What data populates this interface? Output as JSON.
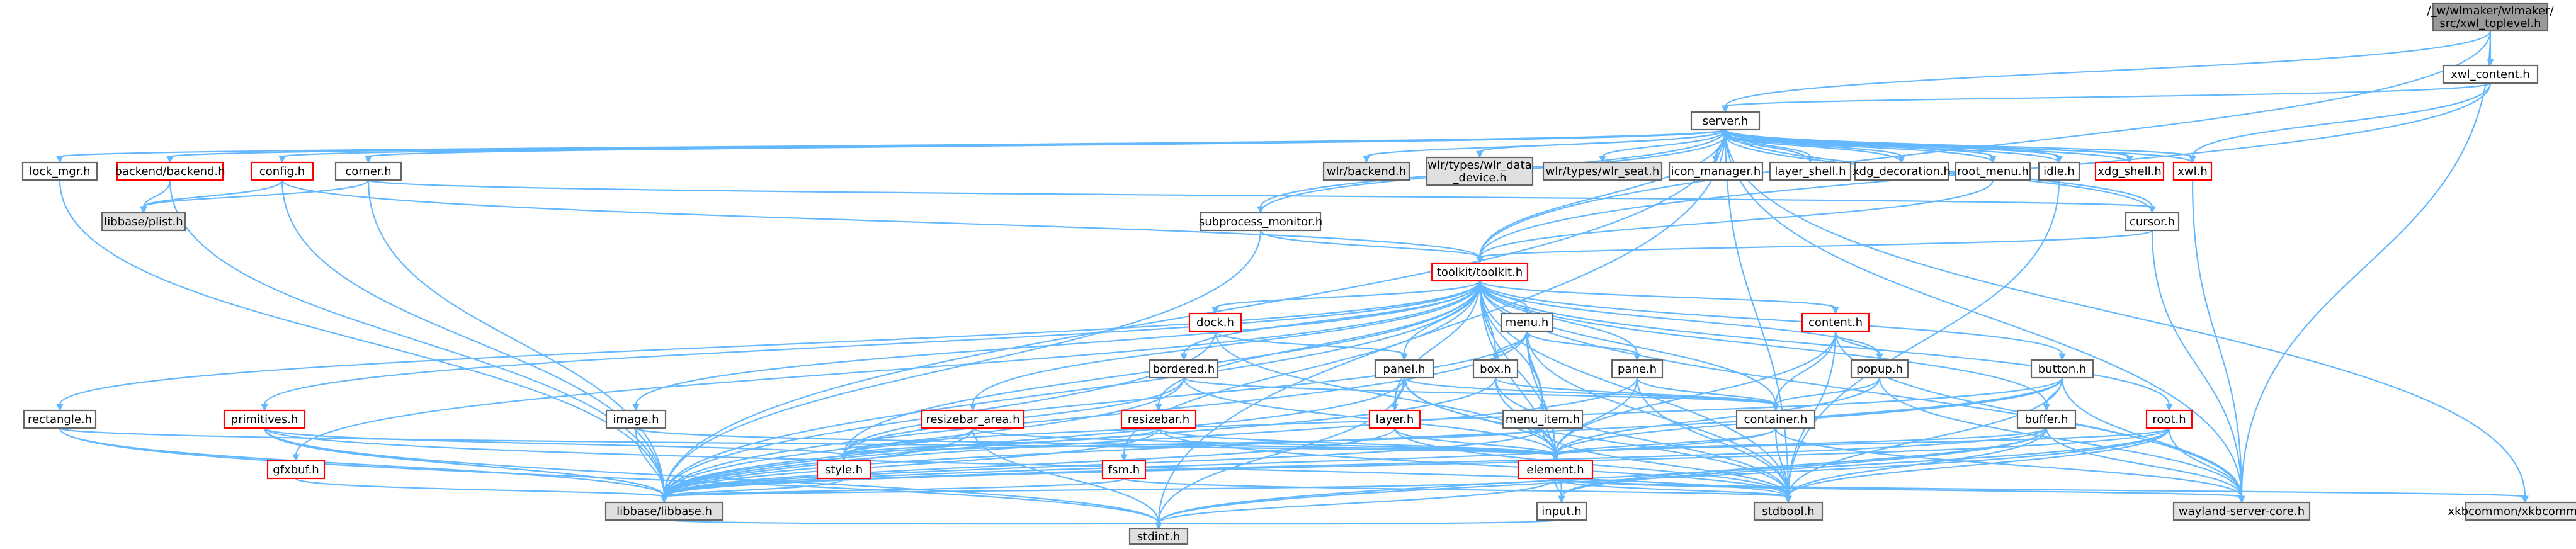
{
  "colors": {
    "edge": "#63b8ff",
    "node_fill": "#ffffff",
    "node_border": "#666666",
    "node_border_red": "#ff0000",
    "node_fill_gray": "#e0e0e0",
    "root_fill": "#999999",
    "root_border": "#666666"
  },
  "nodes": [
    {
      "id": "root",
      "label": "/_w/wlmaker/wlmaker/src/xwl_toplevel.h",
      "style": "root"
    },
    {
      "id": "xwl_content",
      "label": "xwl_content.h",
      "style": "normal"
    },
    {
      "id": "server",
      "label": "server.h",
      "style": "normal"
    },
    {
      "id": "lock_mgr",
      "label": "lock_mgr.h",
      "style": "normal"
    },
    {
      "id": "backend",
      "label": "backend/backend.h",
      "style": "red"
    },
    {
      "id": "config",
      "label": "config.h",
      "style": "red"
    },
    {
      "id": "corner",
      "label": "corner.h",
      "style": "normal"
    },
    {
      "id": "wlr_backend",
      "label": "wlr/backend.h",
      "style": "gray"
    },
    {
      "id": "wlr_data_device",
      "label": "wlr/types/wlr_data_device.h",
      "style": "gray"
    },
    {
      "id": "wlr_seat",
      "label": "wlr/types/wlr_seat.h",
      "style": "gray"
    },
    {
      "id": "icon_manager",
      "label": "icon_manager.h",
      "style": "normal"
    },
    {
      "id": "layer_shell",
      "label": "layer_shell.h",
      "style": "normal"
    },
    {
      "id": "xdg_decoration",
      "label": "xdg_decoration.h",
      "style": "normal"
    },
    {
      "id": "root_menu",
      "label": "root_menu.h",
      "style": "normal"
    },
    {
      "id": "idle",
      "label": "idle.h",
      "style": "normal"
    },
    {
      "id": "xdg_shell",
      "label": "xdg_shell.h",
      "style": "red"
    },
    {
      "id": "xwl",
      "label": "xwl.h",
      "style": "red"
    },
    {
      "id": "plist",
      "label": "libbase/plist.h",
      "style": "gray"
    },
    {
      "id": "subprocess_monitor",
      "label": "subprocess_monitor.h",
      "style": "normal"
    },
    {
      "id": "cursor",
      "label": "cursor.h",
      "style": "normal"
    },
    {
      "id": "toolkit",
      "label": "toolkit/toolkit.h",
      "style": "red"
    },
    {
      "id": "dock",
      "label": "dock.h",
      "style": "red"
    },
    {
      "id": "menu",
      "label": "menu.h",
      "style": "normal"
    },
    {
      "id": "content",
      "label": "content.h",
      "style": "red"
    },
    {
      "id": "bordered",
      "label": "bordered.h",
      "style": "normal"
    },
    {
      "id": "panel",
      "label": "panel.h",
      "style": "normal"
    },
    {
      "id": "box",
      "label": "box.h",
      "style": "normal"
    },
    {
      "id": "pane",
      "label": "pane.h",
      "style": "normal"
    },
    {
      "id": "popup",
      "label": "popup.h",
      "style": "normal"
    },
    {
      "id": "button",
      "label": "button.h",
      "style": "normal"
    },
    {
      "id": "rectangle",
      "label": "rectangle.h",
      "style": "normal"
    },
    {
      "id": "primitives",
      "label": "primitives.h",
      "style": "red"
    },
    {
      "id": "image",
      "label": "image.h",
      "style": "normal"
    },
    {
      "id": "resizebar_area",
      "label": "resizebar_area.h",
      "style": "red"
    },
    {
      "id": "resizebar",
      "label": "resizebar.h",
      "style": "red"
    },
    {
      "id": "layer",
      "label": "layer.h",
      "style": "red"
    },
    {
      "id": "menu_item",
      "label": "menu_item.h",
      "style": "normal"
    },
    {
      "id": "container",
      "label": "container.h",
      "style": "normal"
    },
    {
      "id": "buffer",
      "label": "buffer.h",
      "style": "normal"
    },
    {
      "id": "root_tk",
      "label": "root.h",
      "style": "red"
    },
    {
      "id": "gfxbuf",
      "label": "gfxbuf.h",
      "style": "red"
    },
    {
      "id": "style",
      "label": "style.h",
      "style": "red"
    },
    {
      "id": "fsm",
      "label": "fsm.h",
      "style": "red"
    },
    {
      "id": "element",
      "label": "element.h",
      "style": "red"
    },
    {
      "id": "libbase",
      "label": "libbase/libbase.h",
      "style": "gray"
    },
    {
      "id": "input",
      "label": "input.h",
      "style": "normal"
    },
    {
      "id": "stdbool",
      "label": "stdbool.h",
      "style": "gray"
    },
    {
      "id": "wayland",
      "label": "wayland-server-core.h",
      "style": "gray"
    },
    {
      "id": "xkbcommon",
      "label": "xkbcommon/xkbcommon.h",
      "style": "gray"
    },
    {
      "id": "stdint",
      "label": "stdint.h",
      "style": "gray"
    }
  ],
  "edges": [
    [
      "root",
      "xwl_content"
    ],
    [
      "root",
      "server"
    ],
    [
      "root",
      "toolkit"
    ],
    [
      "root",
      "wayland"
    ],
    [
      "xwl_content",
      "server"
    ],
    [
      "xwl_content",
      "xwl"
    ],
    [
      "xwl_content",
      "toolkit"
    ],
    [
      "server",
      "lock_mgr"
    ],
    [
      "server",
      "backend"
    ],
    [
      "server",
      "config"
    ],
    [
      "server",
      "corner"
    ],
    [
      "server",
      "wlr_backend"
    ],
    [
      "server",
      "wlr_data_device"
    ],
    [
      "server",
      "wlr_seat"
    ],
    [
      "server",
      "icon_manager"
    ],
    [
      "server",
      "layer_shell"
    ],
    [
      "server",
      "xdg_decoration"
    ],
    [
      "server",
      "root_menu"
    ],
    [
      "server",
      "idle"
    ],
    [
      "server",
      "xdg_shell"
    ],
    [
      "server",
      "xwl"
    ],
    [
      "server",
      "subprocess_monitor"
    ],
    [
      "server",
      "cursor"
    ],
    [
      "server",
      "toolkit"
    ],
    [
      "server",
      "libbase"
    ],
    [
      "server",
      "stdbool"
    ],
    [
      "server",
      "wayland"
    ],
    [
      "server",
      "xkbcommon"
    ],
    [
      "server",
      "stdint"
    ],
    [
      "lock_mgr",
      "libbase"
    ],
    [
      "backend",
      "plist"
    ],
    [
      "backend",
      "libbase"
    ],
    [
      "config",
      "plist"
    ],
    [
      "config",
      "libbase"
    ],
    [
      "config",
      "toolkit"
    ],
    [
      "corner",
      "cursor"
    ],
    [
      "corner",
      "libbase"
    ],
    [
      "corner",
      "plist"
    ],
    [
      "icon_manager",
      "server"
    ],
    [
      "layer_shell",
      "server"
    ],
    [
      "xdg_decoration",
      "server"
    ],
    [
      "root_menu",
      "server"
    ],
    [
      "root_menu",
      "toolkit"
    ],
    [
      "idle",
      "server"
    ],
    [
      "idle",
      "stdbool"
    ],
    [
      "xdg_shell",
      "server"
    ],
    [
      "xwl",
      "server"
    ],
    [
      "xwl",
      "wayland"
    ],
    [
      "subprocess_monitor",
      "server"
    ],
    [
      "subprocess_monitor",
      "toolkit"
    ],
    [
      "subprocess_monitor",
      "libbase"
    ],
    [
      "cursor",
      "server"
    ],
    [
      "cursor",
      "wayland"
    ],
    [
      "cursor",
      "toolkit"
    ],
    [
      "toolkit",
      "dock"
    ],
    [
      "toolkit",
      "menu"
    ],
    [
      "toolkit",
      "content"
    ],
    [
      "toolkit",
      "bordered"
    ],
    [
      "toolkit",
      "panel"
    ],
    [
      "toolkit",
      "box"
    ],
    [
      "toolkit",
      "pane"
    ],
    [
      "toolkit",
      "popup"
    ],
    [
      "toolkit",
      "button"
    ],
    [
      "toolkit",
      "rectangle"
    ],
    [
      "toolkit",
      "primitives"
    ],
    [
      "toolkit",
      "image"
    ],
    [
      "toolkit",
      "resizebar_area"
    ],
    [
      "toolkit",
      "resizebar"
    ],
    [
      "toolkit",
      "layer"
    ],
    [
      "toolkit",
      "menu_item"
    ],
    [
      "toolkit",
      "container"
    ],
    [
      "toolkit",
      "buffer"
    ],
    [
      "toolkit",
      "root_tk"
    ],
    [
      "toolkit",
      "gfxbuf"
    ],
    [
      "toolkit",
      "style"
    ],
    [
      "toolkit",
      "fsm"
    ],
    [
      "toolkit",
      "element"
    ],
    [
      "toolkit",
      "libbase"
    ],
    [
      "toolkit",
      "input"
    ],
    [
      "toolkit",
      "stdbool"
    ],
    [
      "toolkit",
      "wayland"
    ],
    [
      "dock",
      "panel"
    ],
    [
      "dock",
      "libbase"
    ],
    [
      "dock",
      "element"
    ],
    [
      "menu",
      "box"
    ],
    [
      "menu",
      "pane"
    ],
    [
      "menu",
      "menu_item"
    ],
    [
      "menu",
      "style"
    ],
    [
      "menu",
      "libbase"
    ],
    [
      "menu",
      "element"
    ],
    [
      "menu",
      "stdbool"
    ],
    [
      "content",
      "container"
    ],
    [
      "content",
      "popup"
    ],
    [
      "content",
      "element"
    ],
    [
      "content",
      "wayland"
    ],
    [
      "content",
      "stdbool"
    ],
    [
      "bordered",
      "container"
    ],
    [
      "bordered",
      "style"
    ],
    [
      "bordered",
      "element"
    ],
    [
      "bordered",
      "libbase"
    ],
    [
      "panel",
      "container"
    ],
    [
      "panel",
      "layer"
    ],
    [
      "panel",
      "element"
    ],
    [
      "panel",
      "stdbool"
    ],
    [
      "panel",
      "libbase"
    ],
    [
      "panel",
      "stdint"
    ],
    [
      "box",
      "container"
    ],
    [
      "box",
      "element"
    ],
    [
      "box",
      "libbase"
    ],
    [
      "box",
      "stdbool"
    ],
    [
      "pane",
      "container"
    ],
    [
      "pane",
      "element"
    ],
    [
      "pane",
      "stdbool"
    ],
    [
      "pane",
      "libbase"
    ],
    [
      "popup",
      "container"
    ],
    [
      "popup",
      "element"
    ],
    [
      "popup",
      "wayland"
    ],
    [
      "button",
      "buffer"
    ],
    [
      "button",
      "style"
    ],
    [
      "button",
      "element"
    ],
    [
      "button",
      "stdbool"
    ],
    [
      "button",
      "wayland"
    ],
    [
      "button",
      "libbase"
    ],
    [
      "rectangle",
      "element"
    ],
    [
      "rectangle",
      "libbase"
    ],
    [
      "rectangle",
      "stdint"
    ],
    [
      "primitives",
      "style"
    ],
    [
      "primitives",
      "libbase"
    ],
    [
      "primitives",
      "stdint"
    ],
    [
      "primitives",
      "stdbool"
    ],
    [
      "image",
      "element"
    ],
    [
      "image",
      "libbase"
    ],
    [
      "resizebar_area",
      "element"
    ],
    [
      "resizebar_area",
      "style"
    ],
    [
      "resizebar_area",
      "libbase"
    ],
    [
      "resizebar_area",
      "stdint"
    ],
    [
      "resizebar",
      "element"
    ],
    [
      "resizebar",
      "style"
    ],
    [
      "resizebar",
      "libbase"
    ],
    [
      "resizebar",
      "stdbool"
    ],
    [
      "layer",
      "panel"
    ],
    [
      "layer",
      "element"
    ],
    [
      "layer",
      "libbase"
    ],
    [
      "layer",
      "stdbool"
    ],
    [
      "menu_item",
      "menu"
    ],
    [
      "menu_item",
      "element"
    ],
    [
      "menu_item",
      "style"
    ],
    [
      "menu_item",
      "libbase"
    ],
    [
      "menu_item",
      "stdbool"
    ],
    [
      "container",
      "element"
    ],
    [
      "container",
      "libbase"
    ],
    [
      "container",
      "stdbool"
    ],
    [
      "container",
      "wayland"
    ],
    [
      "buffer",
      "element"
    ],
    [
      "buffer",
      "libbase"
    ],
    [
      "buffer",
      "stdbool"
    ],
    [
      "buffer",
      "input"
    ],
    [
      "buffer",
      "wayland"
    ],
    [
      "buffer",
      "stdint"
    ],
    [
      "root_tk",
      "element"
    ],
    [
      "root_tk",
      "wayland"
    ],
    [
      "root_tk",
      "stdbool"
    ],
    [
      "root_tk",
      "libbase"
    ],
    [
      "root_tk",
      "input"
    ],
    [
      "root_tk",
      "stdint"
    ],
    [
      "gfxbuf",
      "libbase"
    ],
    [
      "fsm",
      "libbase"
    ],
    [
      "fsm",
      "stdbool"
    ],
    [
      "style",
      "libbase"
    ],
    [
      "element",
      "libbase"
    ],
    [
      "element",
      "input"
    ],
    [
      "element",
      "stdbool"
    ],
    [
      "element",
      "wayland"
    ],
    [
      "element",
      "xkbcommon"
    ],
    [
      "element",
      "stdint"
    ],
    [
      "input",
      "stdint"
    ],
    [
      "libbase",
      "stdint"
    ]
  ]
}
